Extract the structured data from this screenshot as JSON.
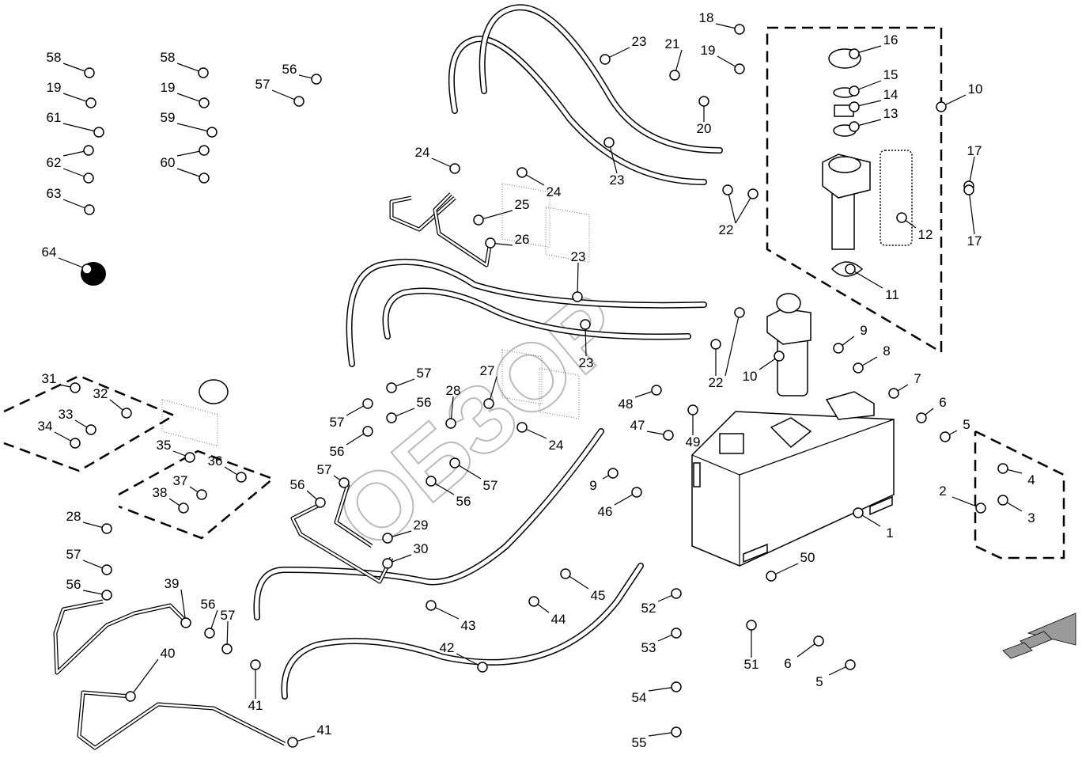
{
  "watermark": "ОБЗОР",
  "corner_mark": "",
  "callouts": [
    "58",
    "19",
    "61",
    "62",
    "63",
    "58",
    "19",
    "59",
    "60",
    "56",
    "57",
    "64",
    "18",
    "19",
    "21",
    "20",
    "23",
    "23",
    "24",
    "24",
    "25",
    "26",
    "16",
    "15",
    "14",
    "13",
    "10",
    "22",
    "17",
    "17",
    "12",
    "11",
    "23",
    "23",
    "22",
    "10",
    "9",
    "8",
    "7",
    "6",
    "5",
    "4",
    "3",
    "2",
    "1",
    "31",
    "32",
    "33",
    "34",
    "35",
    "36",
    "37",
    "38",
    "28",
    "57",
    "56",
    "39",
    "40",
    "56",
    "57",
    "41",
    "41",
    "57",
    "56",
    "57",
    "56",
    "57",
    "56",
    "28",
    "27",
    "24",
    "57",
    "56",
    "29",
    "30",
    "43",
    "42",
    "48",
    "49",
    "47",
    "9",
    "46",
    "44",
    "45",
    "52",
    "53",
    "54",
    "55",
    "50",
    "51",
    "6",
    "5"
  ],
  "colors": {
    "line": "#000000",
    "arrow": "#9a9a9a",
    "watermark": "#bbbbbb"
  }
}
